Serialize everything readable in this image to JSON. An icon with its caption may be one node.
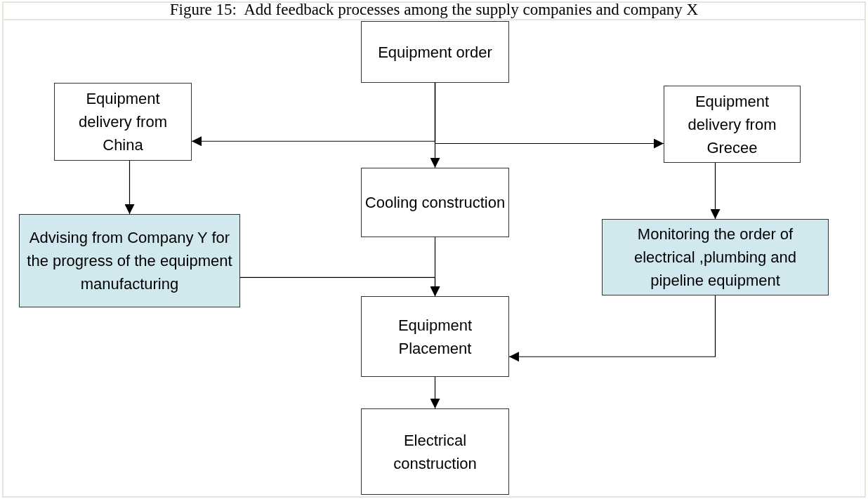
{
  "diagram": {
    "title": "Figure 15:  Add feedback processes among the supply companies and company X",
    "nodes": [
      {
        "text": [
          "Equipment order"
        ]
      },
      {
        "text": [
          "Equipment delivery from China"
        ]
      },
      {
        "text": [
          "Equipment delivery from Grecee"
        ]
      },
      {
        "text": [
          "Cooling construction"
        ]
      },
      {
        "text": [
          "Advising from Company Y for the progress of the equipment manufacturing"
        ]
      },
      {
        "text": [
          "Monitoring the order of electrical ,plumbing and pipeline equipment"
        ]
      },
      {
        "text": [
          "Equipment Placement"
        ]
      },
      {
        "text": [
          "Electrical construction"
        ]
      }
    ],
    "edges": [
      {
        "from": 0,
        "to": 1,
        "arrow": "to"
      },
      {
        "from": 0,
        "to": 2,
        "arrow": "to"
      },
      {
        "from": 0,
        "to": 3,
        "arrow": "to"
      },
      {
        "from": 1,
        "to": 4,
        "arrow": "to"
      },
      {
        "from": 2,
        "to": 5,
        "arrow": "to"
      },
      {
        "from": 3,
        "to": 6,
        "arrow": "to"
      },
      {
        "from": 4,
        "to": 6,
        "arrow": "to"
      },
      {
        "from": 5,
        "to": 6,
        "arrow": "to"
      },
      {
        "from": 6,
        "to": 7,
        "arrow": "to"
      }
    ]
  }
}
